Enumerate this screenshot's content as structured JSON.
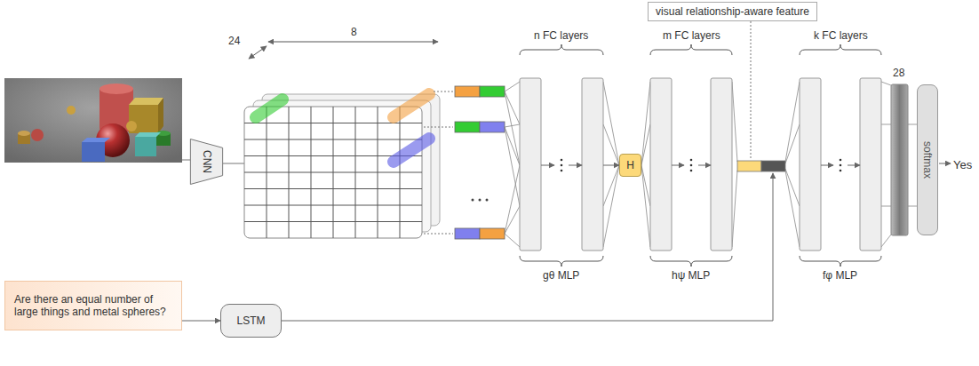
{
  "diagram": {
    "nodes": [
      {
        "text": [
          "CNN"
        ]
      },
      {
        "text": [
          "visual relationship-aware feature"
        ]
      },
      {
        "text": [
          "H"
        ]
      },
      {
        "text": [
          "softmax"
        ]
      },
      {
        "text": [
          "Are there an equal number of large things and metal spheres?"
        ]
      },
      {
        "text": [
          "LSTM"
        ]
      }
    ],
    "edges": [
      {
        "from": 4,
        "to": 5,
        "arrow": "to"
      }
    ],
    "labels": [
      "24",
      "8",
      "n FC layers",
      "gθ MLP",
      "m FC layers",
      "hψ MLP",
      "k FC layers",
      "fφ MLP",
      "28",
      "Yes"
    ]
  }
}
